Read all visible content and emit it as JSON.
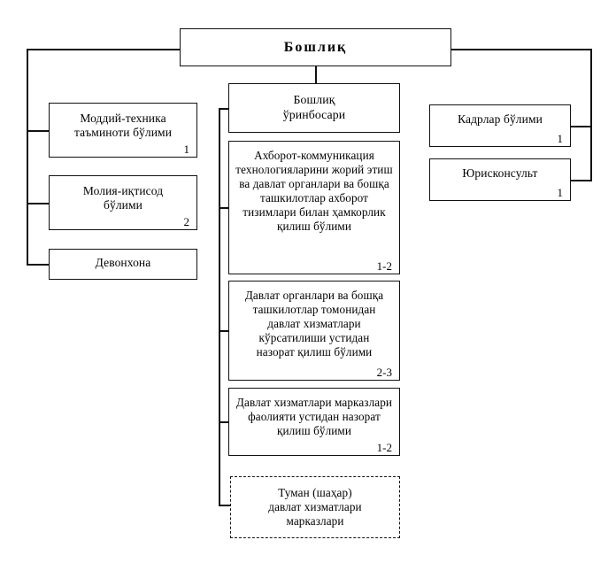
{
  "diagram": {
    "type": "organizational-chart",
    "language": "uz-Cyrl",
    "root": {
      "label": "Бошлиқ"
    },
    "left_branch": [
      {
        "label": "Моддий-техника\nтаъминоти бўлими",
        "count": "1"
      },
      {
        "label": "Молия-иқтисод\nбўлими",
        "count": "2"
      },
      {
        "label": "Девонхона",
        "count": ""
      }
    ],
    "center_branch": {
      "deputy": {
        "label": "Бошлиқ\nўринбосари",
        "count": ""
      },
      "units": [
        {
          "label": "Ахборот-коммуникация\nтехнологияларини жорий этиш\nва давлат органлари ва бошқа\nташкилотлар ахборот\nтизимлари билан ҳамкорлик\nқилиш бўлими",
          "count": "1-2"
        },
        {
          "label": "Давлат органлари ва бошқа\nташкилотлар томонидан\nдавлат хизматлари\nкўрсатилиши устидан\nназорат қилиш бўлими",
          "count": "2-3"
        },
        {
          "label": "Давлат хизматлари марказлари\nфаолияти устидан назорат\nқилиш бўлими",
          "count": "1-2"
        }
      ],
      "subordinate_dashed": {
        "label": "Туман (шаҳар)\nдавлат хизматлари\nмарказлари",
        "count": ""
      }
    },
    "right_branch": [
      {
        "label": "Кадрлар бўлими",
        "count": "1"
      },
      {
        "label": "Юрисконсульт",
        "count": "1"
      }
    ],
    "colors": {
      "line": "#111111",
      "background": "#ffffff",
      "text": "#000000"
    }
  }
}
